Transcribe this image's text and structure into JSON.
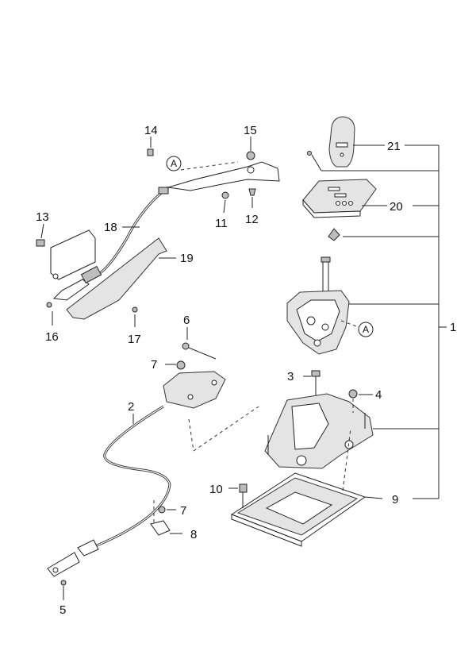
{
  "callouts": {
    "n1": "1",
    "n2": "2",
    "n3": "3",
    "n4": "4",
    "n5": "5",
    "n6": "6",
    "n7a": "7",
    "n7b": "7",
    "n8": "8",
    "n9": "9",
    "n10": "10",
    "n11": "11",
    "n12": "12",
    "n13": "13",
    "n14": "14",
    "n15": "15",
    "n16": "16",
    "n17": "17",
    "n18": "18",
    "n19": "19",
    "n20": "20",
    "n21": "21"
  },
  "reference_marks": {
    "a1": "A",
    "a2": "A"
  }
}
